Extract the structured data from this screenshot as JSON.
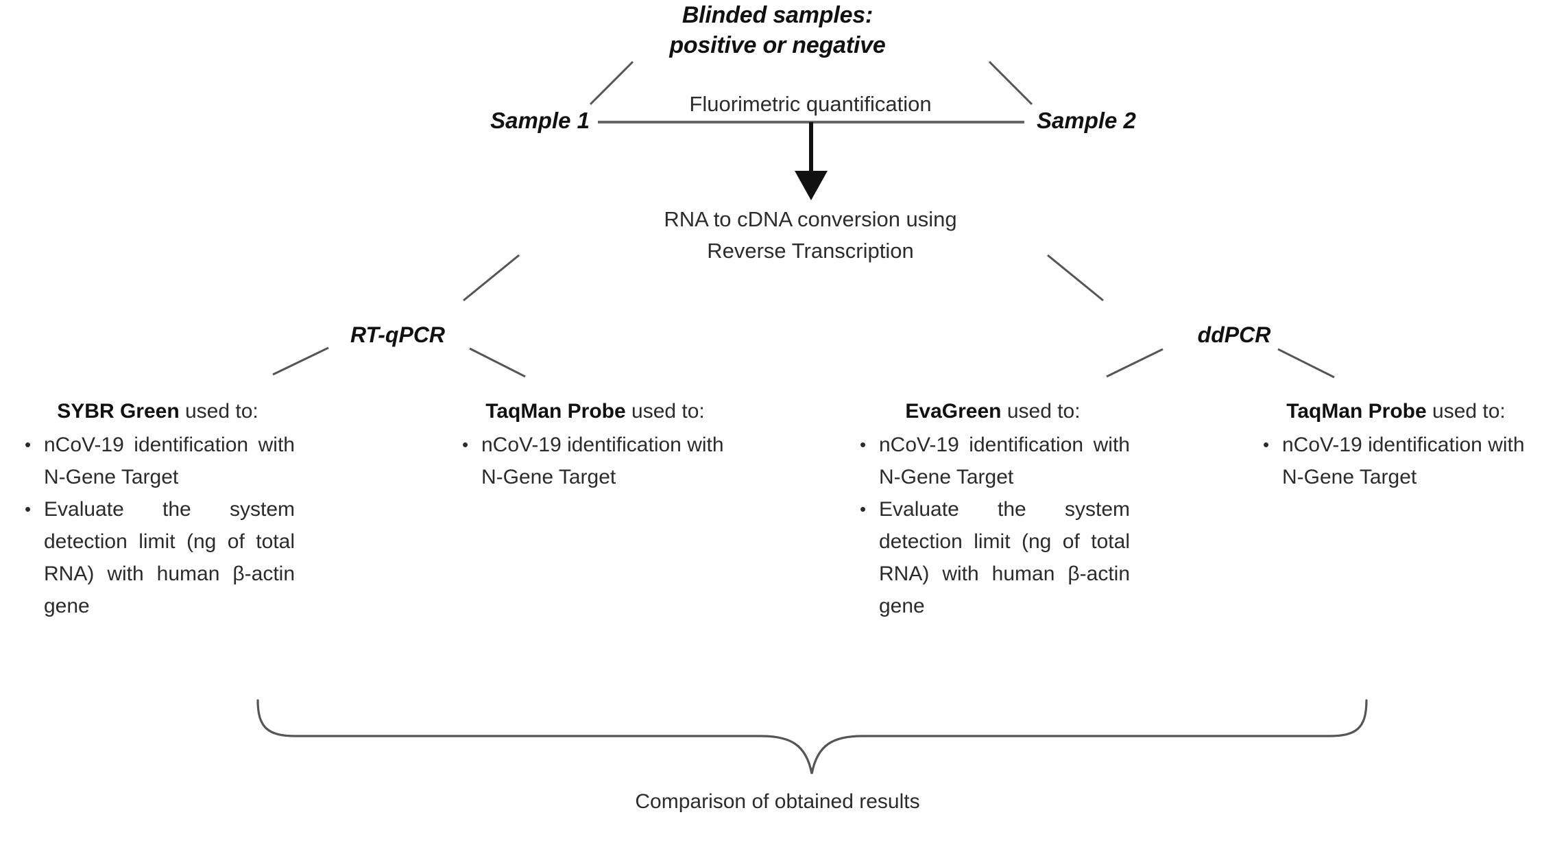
{
  "diagram": {
    "title_block": {
      "line1": "Blinded samples:",
      "line2": "positive or negative"
    },
    "sample_left": "Sample 1",
    "sample_right": "Sample 2",
    "fluorimetric_step": "Fluorimetric quantification",
    "conversion_step": {
      "line1": "RNA to cDNA conversion using",
      "line2": "Reverse Transcription"
    },
    "methods": {
      "left": "RT-qPCR",
      "right": "ddPCR"
    },
    "columns": [
      {
        "chemistry": "SYBR Green",
        "head_suffix": " used to:",
        "bullets": [
          "nCoV-19  identification with N-Gene Target",
          "Evaluate the system detection limit (ng  of total RNA) with human β-actin gene"
        ]
      },
      {
        "chemistry": "TaqMan Probe",
        "head_suffix": " used to:",
        "bullets": [
          "nCoV-19  identification with N-Gene Target"
        ]
      },
      {
        "chemistry": "EvaGreen",
        "head_suffix": " used to:",
        "bullets": [
          "nCoV-19    identification with N-Gene Target",
          "Evaluate the system detection limit (ng  of total RNA) with human β-actin gene"
        ]
      },
      {
        "chemistry": "TaqMan Probe",
        "head_suffix": " used to:",
        "bullets": [
          "nCoV-19  identification with N-Gene Target"
        ]
      }
    ],
    "conclusion": "Comparison of obtained results",
    "colors": {
      "text": "#2b2b2b",
      "emphasis": "#111111",
      "connector": "#555555",
      "arrow": "#111111",
      "background": "#ffffff"
    }
  }
}
